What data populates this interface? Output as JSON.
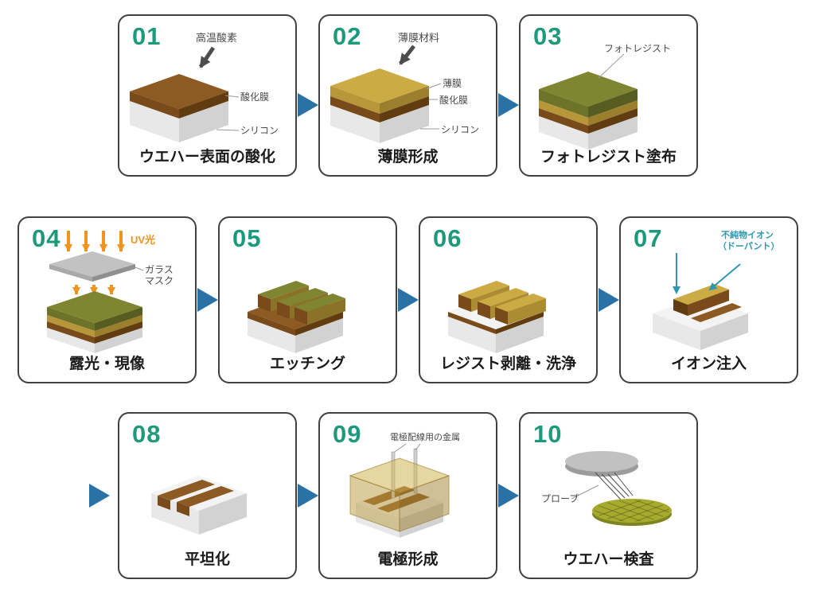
{
  "meta": {
    "description": "半導体製造プロセス 10ステップ図"
  },
  "colors": {
    "step-number": "#1d9a7b",
    "arrow-blue": "#2a72a5",
    "uv-orange": "#f0941f",
    "ion-teal": "#2e96ae",
    "layer-brown": "#8c5a22",
    "layer-yellow": "#ccab45",
    "layer-olive": "#7f8530",
    "silicon-gray": "#e8e8e8",
    "mask-gray": "#c2c2c2"
  },
  "steps": [
    {
      "num": "01",
      "title": "ウエハー表面の酸化",
      "ann": "高温酸素",
      "l1": "酸化膜",
      "l2": "シリコン"
    },
    {
      "num": "02",
      "title": "薄膜形成",
      "ann": "薄膜材料",
      "l1": "薄膜",
      "l2": "酸化膜",
      "l3": "シリコン"
    },
    {
      "num": "03",
      "title": "フォトレジスト塗布",
      "ann": "フォトレジスト"
    },
    {
      "num": "04",
      "title": "露光・現像",
      "uv": "UV光",
      "mask1": "ガラス",
      "mask2": "マスク"
    },
    {
      "num": "05",
      "title": "エッチング"
    },
    {
      "num": "06",
      "title": "レジスト剥離・洗浄"
    },
    {
      "num": "07",
      "title": "イオン注入",
      "ion1": "不純物イオン",
      "ion2": "（ドーパント）"
    },
    {
      "num": "08",
      "title": "平坦化"
    },
    {
      "num": "09",
      "title": "電極形成",
      "ann": "電極配線用の金属"
    },
    {
      "num": "10",
      "title": "ウエハー検査",
      "probe": "プローブ"
    }
  ]
}
